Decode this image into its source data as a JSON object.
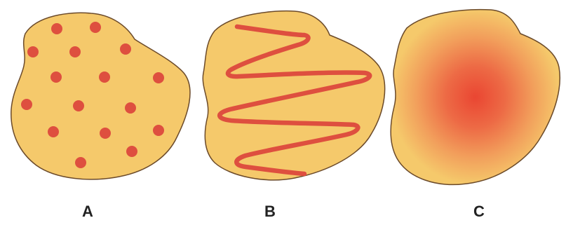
{
  "panels": [
    {
      "label": "A",
      "pattern": "dots"
    },
    {
      "label": "B",
      "pattern": "zigzag"
    },
    {
      "label": "C",
      "pattern": "diffuse"
    }
  ],
  "colors": {
    "cell_fill": "#f5c96b",
    "cell_outline": "#6b4a2a",
    "marker_red": "#de4f3f",
    "diffuse_center": "#ea4632",
    "background": "#ffffff"
  }
}
